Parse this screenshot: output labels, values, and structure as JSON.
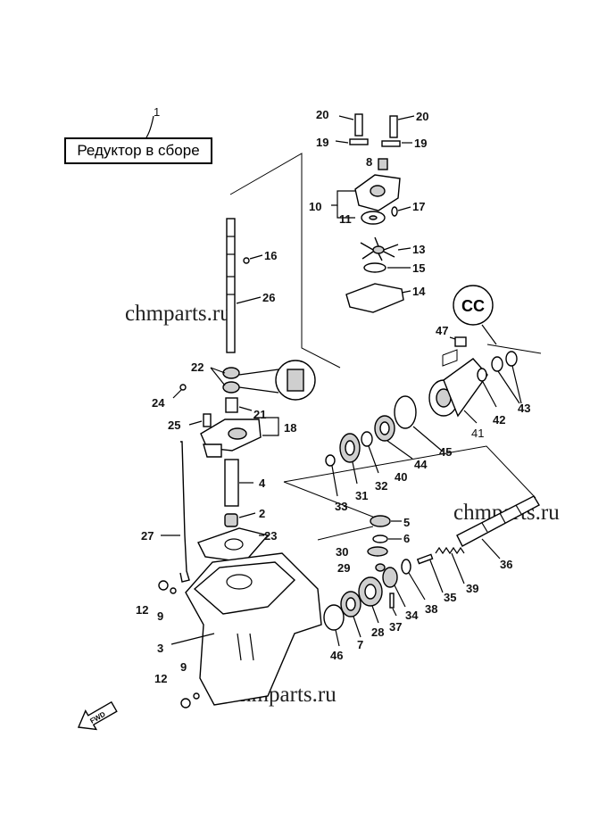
{
  "title_box": "Редуктор в сборе",
  "watermarks": [
    "chmparts.ru",
    "chmparts.ru",
    "chmparts.ru"
  ],
  "fwd_label": "FWD",
  "cc_label": "CC",
  "labels": {
    "l1": "1",
    "l2": "2",
    "l3": "3",
    "l4": "4",
    "l5": "5",
    "l6": "6",
    "l7": "7",
    "l8": "8",
    "l9a": "9",
    "l9b": "9",
    "l10": "10",
    "l11": "11",
    "l12a": "12",
    "l12b": "12",
    "l13": "13",
    "l14": "14",
    "l15": "15",
    "l16": "16",
    "l17": "17",
    "l18": "18",
    "l19a": "19",
    "l19b": "19",
    "l20a": "20",
    "l20b": "20",
    "l21": "21",
    "l22": "22",
    "l23": "23",
    "l24": "24",
    "l25": "25",
    "l26": "26",
    "l27": "27",
    "l28": "28",
    "l29": "29",
    "l30": "30",
    "l31": "31",
    "l32": "32",
    "l33": "33",
    "l34": "34",
    "l35": "35",
    "l36": "36",
    "l37": "37",
    "l38": "38",
    "l39": "39",
    "l40": "40",
    "l41": "41",
    "l42": "42",
    "l43": "43",
    "l44": "44",
    "l45": "45",
    "l46": "46",
    "l47": "47"
  }
}
